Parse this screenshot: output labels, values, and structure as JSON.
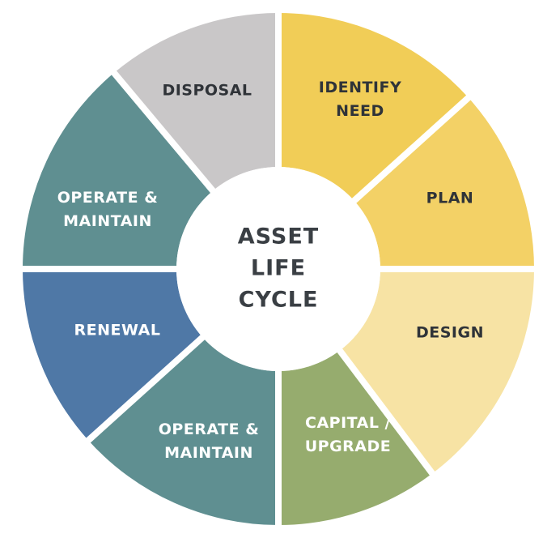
{
  "center": {
    "lines": [
      "ASSET",
      "LIFE",
      "CYCLE"
    ],
    "fill": "#ffffff"
  },
  "segments": [
    {
      "id": "identify-need",
      "lines": [
        "IDENTIFY",
        "NEED"
      ],
      "fill": "#f1cd57",
      "text_color": "#2f3338"
    },
    {
      "id": "plan",
      "lines": [
        "PLAN"
      ],
      "fill": "#f3d166",
      "text_color": "#2f3338"
    },
    {
      "id": "design",
      "lines": [
        "DESIGN"
      ],
      "fill": "#f7e3a4",
      "text_color": "#2f3338"
    },
    {
      "id": "capital-upgrade",
      "lines": [
        "CAPITAL /",
        "UPGRADE"
      ],
      "fill": "#96ac6e",
      "text_color": "#ffffff"
    },
    {
      "id": "operate-maintain-bottom",
      "lines": [
        "OPERATE &",
        "MAINTAIN"
      ],
      "fill": "#5f8f91",
      "text_color": "#ffffff"
    },
    {
      "id": "renewal",
      "lines": [
        "RENEWAL"
      ],
      "fill": "#4f78a6",
      "text_color": "#ffffff"
    },
    {
      "id": "operate-maintain-left",
      "lines": [
        "OPERATE &",
        "MAINTAIN"
      ],
      "fill": "#5f8f91",
      "text_color": "#ffffff"
    },
    {
      "id": "disposal",
      "lines": [
        "DISPOSAL"
      ],
      "fill": "#c9c7c8",
      "text_color": "#2f3338"
    }
  ]
}
